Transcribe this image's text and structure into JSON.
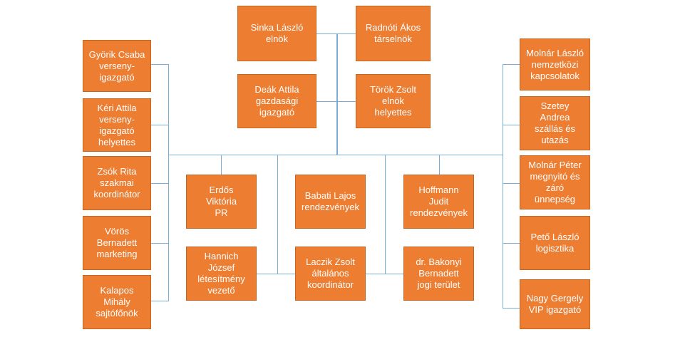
{
  "nodes": {
    "top": [
      {
        "id": "sinka",
        "lines": [
          "Sinka László",
          "elnök"
        ]
      },
      {
        "id": "radnoti",
        "lines": [
          "Radnóti Ákos",
          "társelnök"
        ]
      },
      {
        "id": "deak",
        "lines": [
          "Deák Attila",
          "gazdasági",
          "igazgató"
        ]
      },
      {
        "id": "torok",
        "lines": [
          "Török Zsolt",
          "elnök",
          "helyettes"
        ]
      }
    ],
    "left": [
      {
        "id": "gyorik",
        "lines": [
          "Györik Csaba",
          "verseny-",
          "igazgató"
        ]
      },
      {
        "id": "keri",
        "lines": [
          "Kéri Attila",
          "verseny-",
          "igazgató",
          "helyettes"
        ]
      },
      {
        "id": "zsok",
        "lines": [
          "Zsók Rita",
          "szakmai",
          "koordinátor"
        ]
      },
      {
        "id": "voros",
        "lines": [
          "Vörös",
          "Bernadett",
          "marketing"
        ]
      },
      {
        "id": "kalapos",
        "lines": [
          "Kalapos",
          "Mihály",
          "sajtófőnök"
        ]
      }
    ],
    "right": [
      {
        "id": "molnar-laszlo",
        "lines": [
          "Molnár László",
          "nemzetközi",
          "kapcsolatok"
        ]
      },
      {
        "id": "szetey",
        "lines": [
          "Szetey",
          "Andrea",
          "szállás és",
          "utazás"
        ]
      },
      {
        "id": "molnar-peter",
        "lines": [
          "Molnár Péter",
          "megnyitó és",
          "záró",
          "ünnepség"
        ]
      },
      {
        "id": "peto",
        "lines": [
          "Pető László",
          "logisztika"
        ]
      },
      {
        "id": "nagy",
        "lines": [
          "Nagy Gergely",
          "VIP igazgató"
        ]
      }
    ],
    "middle": [
      {
        "id": "erdos",
        "lines": [
          "Erdős",
          "Viktória",
          "PR"
        ]
      },
      {
        "id": "babati",
        "lines": [
          "Babati Lajos",
          "rendezvények"
        ]
      },
      {
        "id": "hoffmann",
        "lines": [
          "Hoffmann",
          "Judit",
          "rendezvények"
        ]
      },
      {
        "id": "hannich",
        "lines": [
          "Hannich",
          "József",
          "létesítmény",
          "vezető"
        ]
      },
      {
        "id": "laczik",
        "lines": [
          "Laczik Zsolt",
          "általános",
          "koordinátor"
        ]
      },
      {
        "id": "bakonyi",
        "lines": [
          "dr. Bakonyi",
          "Bernadett",
          "jogi terület"
        ]
      }
    ]
  },
  "colors": {
    "box": "#ed7d31",
    "box_border": "#c5651f",
    "text": "#ffffff",
    "line": "#7aaed6"
  }
}
